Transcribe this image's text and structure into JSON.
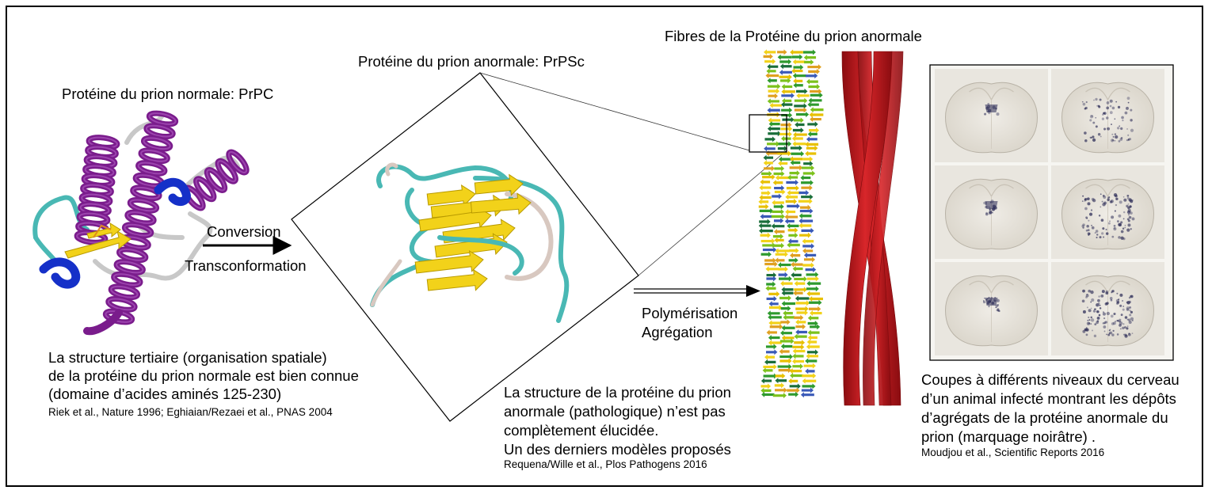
{
  "normal": {
    "title": "Protéine du prion normale: PrPC",
    "desc_lines": [
      "La structure tertiaire (organisation spatiale)",
      "de la protéine du prion normale est bien connue",
      "(domaine d’acides aminés 125-230)"
    ],
    "ref": "Riek et al., Nature 1996; Eghiaian/Rezaei et al., PNAS 2004"
  },
  "arrow1": {
    "top": "Conversion",
    "bottom": "Transconformation"
  },
  "abnormal": {
    "title": "Protéine du prion anormale: PrPSc",
    "desc_lines": [
      "La structure de la protéine du prion",
      "anormale (pathologique) n’est pas",
      "complètement élucidée.",
      "Un des derniers modèles proposés"
    ],
    "ref": "Requena/Wille et al., Plos Pathogens 2016"
  },
  "arrow2": {
    "top": "Polymérisation",
    "bottom": "Agrégation"
  },
  "fibres": {
    "title": "Fibres de la Protéine du prion anormale"
  },
  "sections": {
    "desc_lines": [
      "Coupes à différents niveaux du cerveau",
      "d’un animal infecté montrant les dépôts",
      "d’agrégats de la protéine anormale du",
      "prion (marquage noirâtre) ."
    ],
    "ref": "Moudjou et al., Scientific Reports 2016"
  },
  "colors": {
    "helix": "#7a1c8c",
    "helix_blue": "#1530c8",
    "strand": "#f2d21a",
    "coil_teal": "#49b8b4",
    "coil_gray": "#c8c8c8",
    "fibre_red": "#c8161c",
    "stain": "#2a2a55"
  }
}
